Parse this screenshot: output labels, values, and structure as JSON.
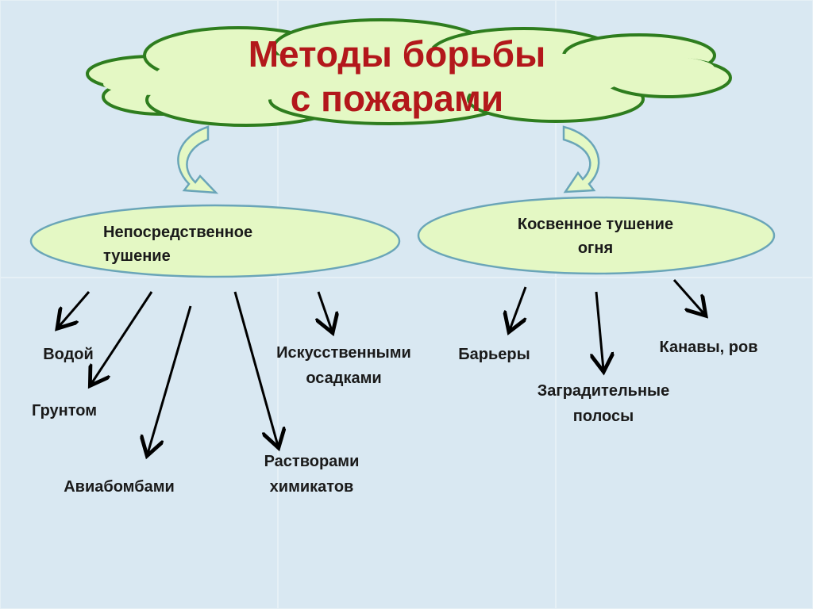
{
  "title": "Методы борьбы\nс пожарами",
  "branches": {
    "direct": "Непосредственное\n      тушение",
    "indirect": "Косвенное тушение\nогня"
  },
  "direct_methods": {
    "water": "Водой",
    "soil": "Грунтом",
    "bombs": "Авиабомбами",
    "precipitation": "Искусственными\nосадками",
    "chemicals": "Растворами\nхимикатов"
  },
  "indirect_methods": {
    "barriers": "Барьеры",
    "ditches": "Канавы, ров",
    "strips": "Заградительные\nполосы"
  },
  "colors": {
    "shape_fill": "#e4f8c4",
    "shape_stroke": "#2e7d1e",
    "title": "#b3171b",
    "arrow": "#000000"
  }
}
